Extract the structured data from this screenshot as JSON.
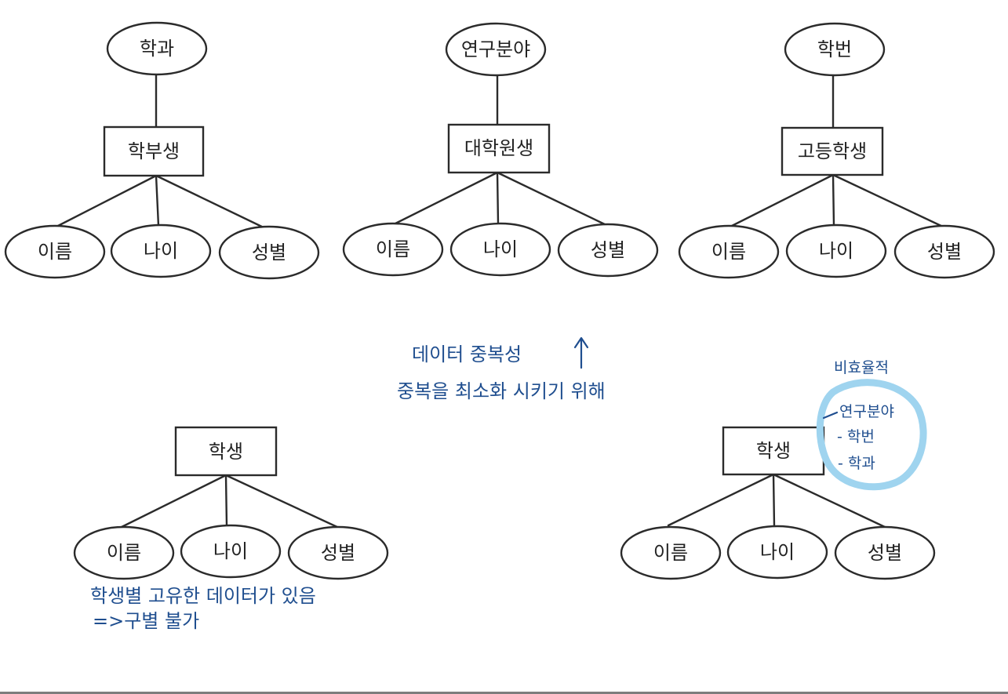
{
  "entities": {
    "undergrad": {
      "name": "학부생",
      "attr_top": "학과",
      "attrs": [
        "이름",
        "나이",
        "성별"
      ]
    },
    "grad": {
      "name": "대학원생",
      "attr_top": "연구분야",
      "attrs": [
        "이름",
        "나이",
        "성별"
      ]
    },
    "highschool": {
      "name": "고등학생",
      "attr_top": "학번",
      "attrs": [
        "이름",
        "나이",
        "성별"
      ]
    },
    "student_left": {
      "name": "학생",
      "attrs": [
        "이름",
        "나이",
        "성별"
      ]
    },
    "student_right": {
      "name": "학생",
      "attrs": [
        "이름",
        "나이",
        "성별"
      ]
    }
  },
  "notes": {
    "redundancy": "데이터 중복성",
    "minimize": "중복을 최소화 시키기 위해",
    "unique_line1": "학생별 고유한 데이터가 있음",
    "unique_line2": "=>구별 불가",
    "inefficient": "비효율적",
    "circled": [
      "연구분야",
      "- 학번",
      "- 학과"
    ]
  }
}
